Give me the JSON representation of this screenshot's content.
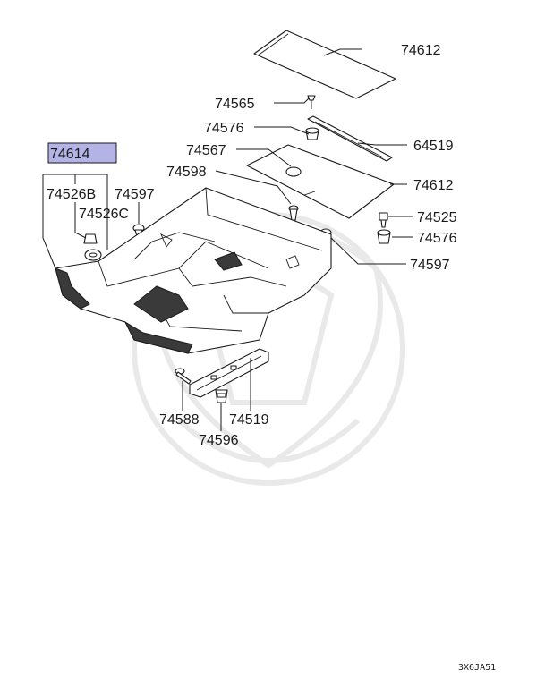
{
  "highlight_color": "#b3b3e6",
  "labels": {
    "p74612_top": "74612",
    "p74565": "74565",
    "p74576_top": "74576",
    "p64519": "64519",
    "p74567": "74567",
    "p74598": "74598",
    "p74612_mid": "74612",
    "p74614": "74614",
    "p74526b": "74526B",
    "p74597_left": "74597",
    "p74526c": "74526C",
    "p74525": "74525",
    "p74576_right": "74576",
    "p74597_right": "74597",
    "p74588": "74588",
    "p74519": "74519",
    "p74596": "74596"
  },
  "diagram_code": "3X6JA51"
}
